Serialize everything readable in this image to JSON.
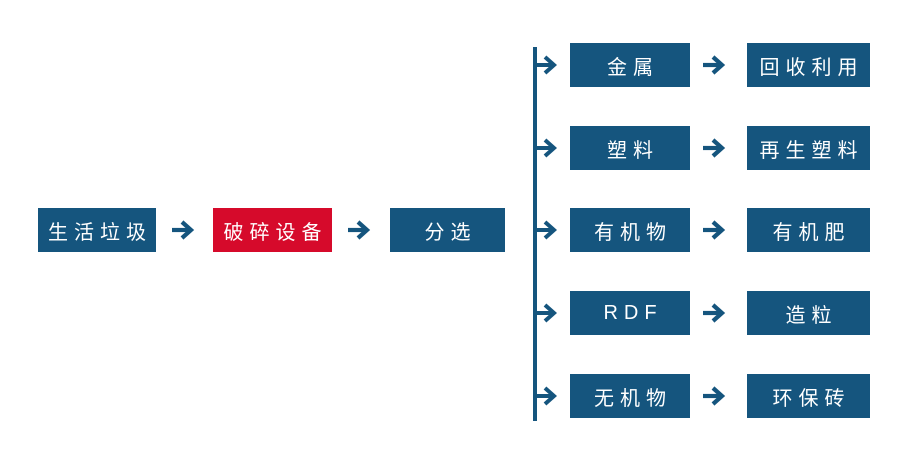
{
  "diagram": {
    "type": "flowchart",
    "background": "#ffffff",
    "colors": {
      "node_blue": "#15557E",
      "node_red": "#D60A2B",
      "arrow": "#15557E",
      "text": "#ffffff"
    },
    "chain": [
      {
        "label": "生活垃圾"
      },
      {
        "label": "破碎设备",
        "highlight": true
      },
      {
        "label": "分选"
      }
    ],
    "branches": [
      {
        "material": "金属",
        "output": "回收利用"
      },
      {
        "material": "塑料",
        "output": "再生塑料"
      },
      {
        "material": "有机物",
        "output": "有机肥"
      },
      {
        "material": "RDF",
        "output": "造粒"
      },
      {
        "material": "无机物",
        "output": "环保砖"
      }
    ]
  }
}
